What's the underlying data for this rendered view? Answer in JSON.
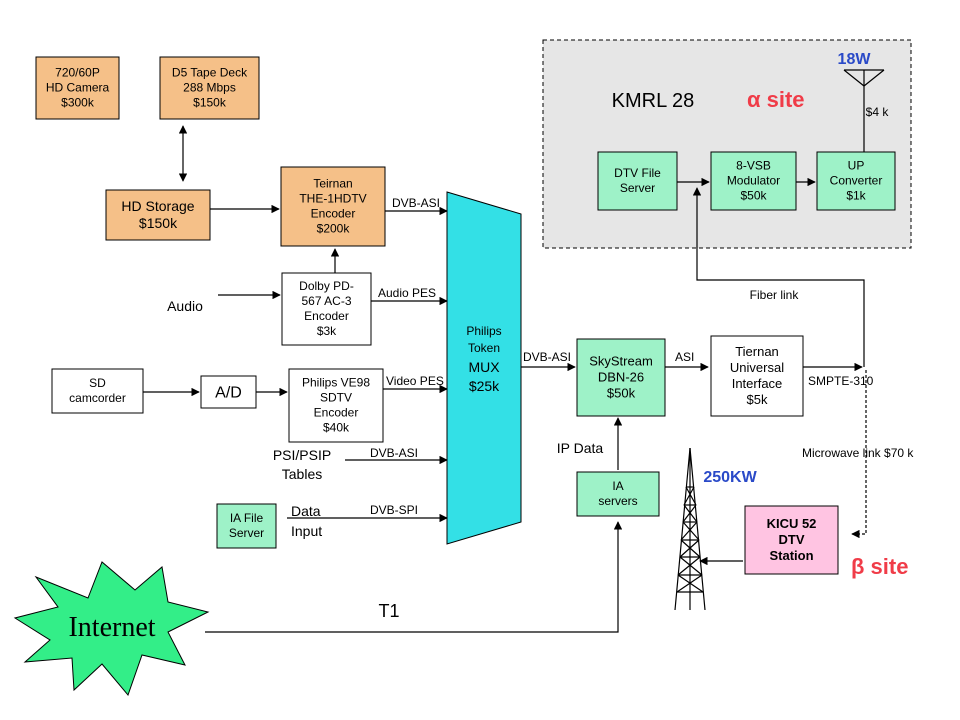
{
  "colors": {
    "peach": "#f5c088",
    "green": "#9ef2c8",
    "cyan": "#33e0e6",
    "pink": "#ffc4e2",
    "panel": "#e6e6e6",
    "site_red": "#f03c48",
    "power_blue": "#2a4ac8",
    "internet_green": "#33ee88"
  },
  "boxes": {
    "hd_camera": [
      "720/60P",
      "HD Camera",
      "$300k"
    ],
    "tape_deck": [
      "D5 Tape Deck",
      "288 Mbps",
      "$150k"
    ],
    "hd_storage": [
      "HD Storage",
      "$150k"
    ],
    "teirnan_encoder": [
      "Teirnan",
      "THE-1HDTV",
      "Encoder",
      "$200k"
    ],
    "dolby_encoder": [
      "Dolby PD-",
      "567 AC-3",
      "Encoder",
      "$3k"
    ],
    "sd_camcorder": [
      "SD",
      "camcorder"
    ],
    "ad": [
      "A/D"
    ],
    "philips_encoder": [
      "Philips VE98",
      "SDTV",
      "Encoder",
      "$40k"
    ],
    "ia_file_server": [
      "IA File",
      "Server"
    ],
    "skystream": [
      "SkyStream",
      "DBN-26",
      "$50k"
    ],
    "ia_servers": [
      "IA",
      "servers"
    ],
    "tiernan_interface": [
      "Tiernan",
      "Universal",
      "Interface",
      "$5k"
    ],
    "dtv_file_server": [
      "DTV File",
      "Server"
    ],
    "modulator": [
      "8-VSB",
      "Modulator",
      "$50k"
    ],
    "up_converter": [
      "UP",
      "Converter",
      "$1k"
    ],
    "kicu": [
      "KICU 52",
      "DTV",
      "Station"
    ]
  },
  "mux": [
    "Philips",
    "Token",
    "MUX",
    "$25k"
  ],
  "labels": {
    "audio": "Audio",
    "psi_psip": [
      "PSI/PSIP",
      "Tables"
    ],
    "data_input": [
      "Data",
      "Input"
    ],
    "dvb_asi_top": "DVB-ASI",
    "audio_pes": "Audio PES",
    "video_pes": "Video PES",
    "dvb_asi_psi": "DVB-ASI",
    "dvb_spi": "DVB-SPI",
    "dvb_asi_mux": "DVB-ASI",
    "asi": "ASI",
    "smpte": "SMPTE-310",
    "ip_data": "IP Data",
    "fiber": "Fiber link",
    "microwave": "Microwave link  $70 k",
    "t1": "T1",
    "kmrl": "KMRL 28",
    "alpha_site": "α  site",
    "beta_site": "β  site",
    "power_18w": "18W",
    "power_250kw": "250KW",
    "cost_4k": "$4 k",
    "internet": "Internet"
  }
}
